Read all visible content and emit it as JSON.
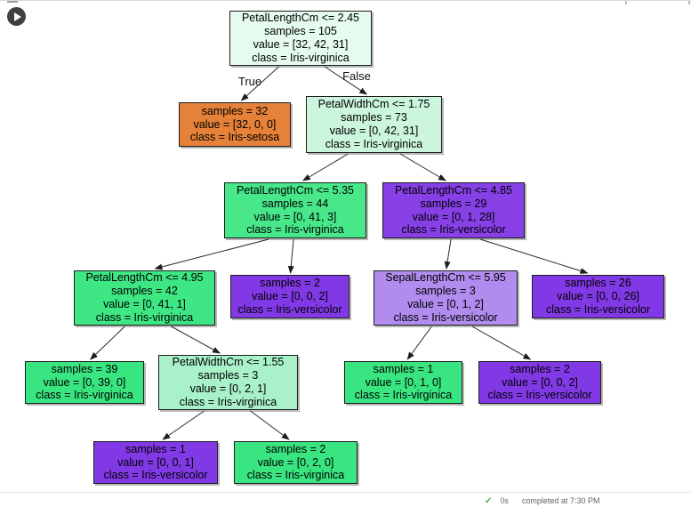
{
  "cell": {
    "run_button_icon": "play-icon",
    "status": {
      "check_glyph": "✓",
      "check_color": "#34a853",
      "duration": "0s",
      "completed_text": "completed at 7:30 PM"
    }
  },
  "tree": {
    "type": "decision-tree",
    "edge_labels": {
      "true_label": "True",
      "false_label": "False"
    },
    "class_colors": {
      "iris_setosa_orange": "#e58139",
      "iris_virginica_green": "#39e581",
      "iris_versicolor_purple": "#8139e5"
    },
    "nodes": [
      {
        "id": "root",
        "lines": [
          "PetalLengthCm <= 2.45",
          "samples = 105",
          "value = [32, 42, 31]",
          "class = Iris-virginica"
        ],
        "bg": "#e4fbee"
      },
      {
        "id": "setosa",
        "lines": [
          "samples = 32",
          "value = [32, 0, 0]",
          "class = Iris-setosa"
        ],
        "bg": "#e58139"
      },
      {
        "id": "pw175",
        "lines": [
          "PetalWidthCm <= 1.75",
          "samples = 73",
          "value = [0, 42, 31]",
          "class = Iris-virginica"
        ],
        "bg": "#cbf6dd"
      },
      {
        "id": "pl535",
        "lines": [
          "PetalLengthCm <= 5.35",
          "samples = 44",
          "value = [0, 41, 3]",
          "class = Iris-virginica"
        ],
        "bg": "#47e78a"
      },
      {
        "id": "pl485",
        "lines": [
          "PetalLengthCm <= 4.85",
          "samples = 29",
          "value = [0, 1, 28]",
          "class = Iris-versicolor"
        ],
        "bg": "#8640e6"
      },
      {
        "id": "pl495",
        "lines": [
          "PetalLengthCm <= 4.95",
          "samples = 42",
          "value = [0, 41, 1]",
          "class = Iris-virginica"
        ],
        "bg": "#3ee684"
      },
      {
        "id": "leaf-2-versicolor-a",
        "lines": [
          "samples = 2",
          "value = [0, 0, 2]",
          "class = Iris-versicolor"
        ],
        "bg": "#8139e5"
      },
      {
        "id": "sl595",
        "lines": [
          "SepalLengthCm <= 5.95",
          "samples = 3",
          "value = [0, 1, 2]",
          "class = Iris-versicolor"
        ],
        "bg": "#b18cee"
      },
      {
        "id": "leaf-26",
        "lines": [
          "samples = 26",
          "value = [0, 0, 26]",
          "class = Iris-versicolor"
        ],
        "bg": "#8139e5"
      },
      {
        "id": "leaf-39",
        "lines": [
          "samples = 39",
          "value = [0, 39, 0]",
          "class = Iris-virginica"
        ],
        "bg": "#39e581"
      },
      {
        "id": "pw155",
        "lines": [
          "PetalWidthCm <= 1.55",
          "samples = 3",
          "value = [0, 2, 1]",
          "class = Iris-virginica"
        ],
        "bg": "#a8f1c9"
      },
      {
        "id": "leaf-1-virginica",
        "lines": [
          "samples = 1",
          "value = [0, 1, 0]",
          "class = Iris-virginica"
        ],
        "bg": "#39e581"
      },
      {
        "id": "leaf-2-versicolor-b",
        "lines": [
          "samples = 2",
          "value = [0, 0, 2]",
          "class = Iris-versicolor"
        ],
        "bg": "#8139e5"
      },
      {
        "id": "leaf-1-versicolor",
        "lines": [
          "samples = 1",
          "value = [0, 0, 1]",
          "class = Iris-versicolor"
        ],
        "bg": "#8139e5"
      },
      {
        "id": "leaf-2-virginica",
        "lines": [
          "samples = 2",
          "value = [0, 2, 0]",
          "class = Iris-virginica"
        ],
        "bg": "#39e581"
      }
    ],
    "edges": [
      {
        "from": "root",
        "to": "setosa",
        "label": "True"
      },
      {
        "from": "root",
        "to": "pw175",
        "label": "False"
      },
      {
        "from": "pw175",
        "to": "pl535"
      },
      {
        "from": "pw175",
        "to": "pl485"
      },
      {
        "from": "pl535",
        "to": "pl495"
      },
      {
        "from": "pl535",
        "to": "leaf-2-versicolor-a"
      },
      {
        "from": "pl485",
        "to": "sl595"
      },
      {
        "from": "pl485",
        "to": "leaf-26"
      },
      {
        "from": "pl495",
        "to": "leaf-39"
      },
      {
        "from": "pl495",
        "to": "pw155"
      },
      {
        "from": "sl595",
        "to": "leaf-1-virginica"
      },
      {
        "from": "sl595",
        "to": "leaf-2-versicolor-b"
      },
      {
        "from": "pw155",
        "to": "leaf-1-versicolor"
      },
      {
        "from": "pw155",
        "to": "leaf-2-virginica"
      }
    ]
  }
}
